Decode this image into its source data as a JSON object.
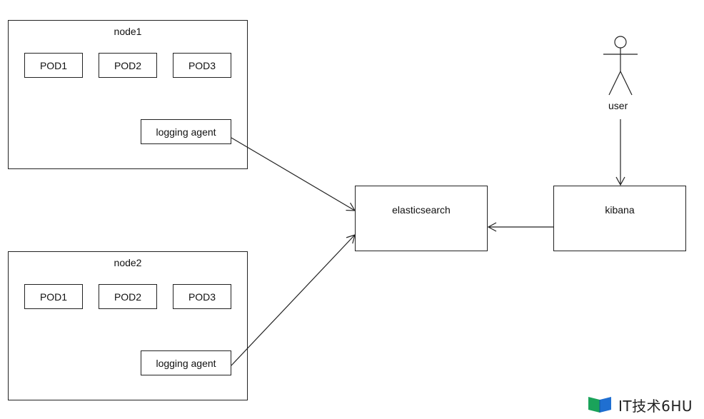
{
  "nodes": [
    {
      "title": "node1",
      "pods": [
        "POD1",
        "POD2",
        "POD3"
      ],
      "agent": "logging agent"
    },
    {
      "title": "node2",
      "pods": [
        "POD1",
        "POD2",
        "POD3"
      ],
      "agent": "logging agent"
    }
  ],
  "elasticsearch": {
    "label": "elasticsearch"
  },
  "kibana": {
    "label": "kibana"
  },
  "user": {
    "label": "user"
  },
  "watermark": {
    "text": "IT技术6HU",
    "colors": [
      "#1aa35a",
      "#1f6fd1"
    ]
  }
}
